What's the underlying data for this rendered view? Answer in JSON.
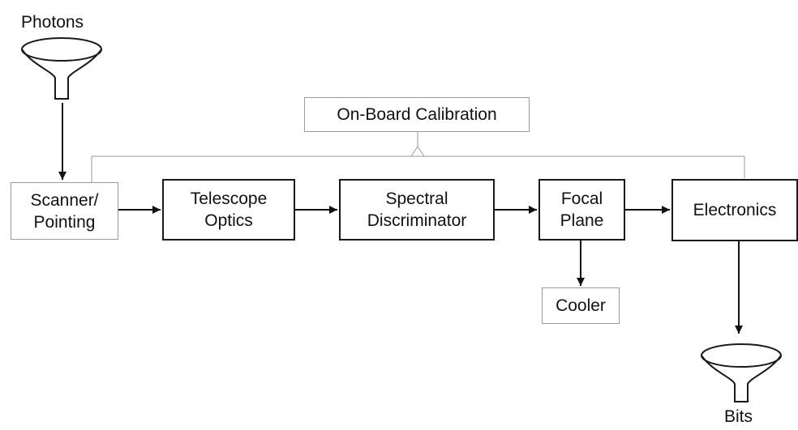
{
  "diagram": {
    "input_label": "Photons",
    "output_label": "Bits",
    "calibration": "On-Board Calibration",
    "blocks": {
      "scanner": {
        "line1": "Scanner/",
        "line2": "Pointing"
      },
      "telescope": {
        "line1": "Telescope",
        "line2": "Optics"
      },
      "spectral": {
        "line1": "Spectral",
        "line2": "Discriminator"
      },
      "focal": {
        "line1": "Focal",
        "line2": "Plane"
      },
      "electronics": {
        "line1": "Electronics"
      }
    },
    "cooler": "Cooler"
  }
}
